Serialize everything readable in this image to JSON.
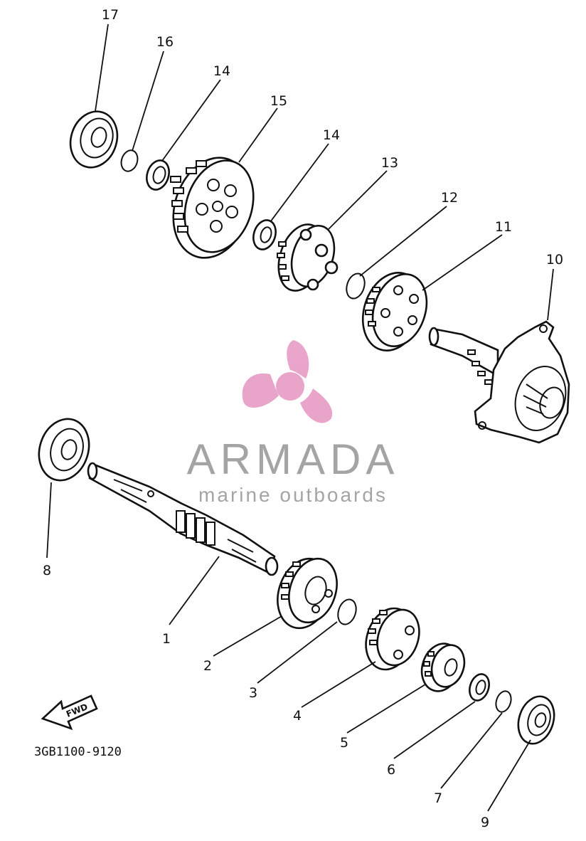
{
  "diagram": {
    "callouts": [
      "1",
      "2",
      "3",
      "4",
      "5",
      "6",
      "7",
      "8",
      "9",
      "10",
      "11",
      "12",
      "13",
      "14",
      "15",
      "16",
      "17"
    ],
    "callout_14_second": "14",
    "drawing_code": "3GB1100-9120",
    "fwd_label": "FWD"
  },
  "watermark": {
    "brand": "ARMADA",
    "tagline": "marine outboards",
    "brand_color": "#a0a0a0",
    "logo_color": "#e8a0c8"
  }
}
